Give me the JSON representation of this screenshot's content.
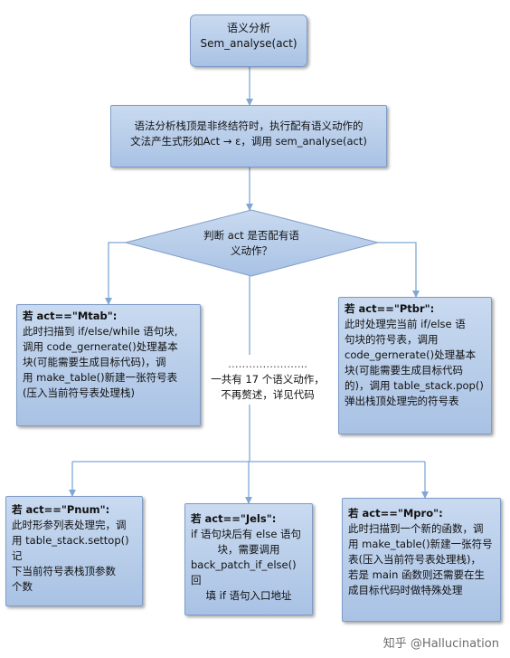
{
  "start": {
    "line1": "语义分析",
    "line2": "Sem_analyse(act)"
  },
  "process": {
    "line1": "语法分析栈顶是非终结符时，执行配有语义动作的",
    "line2": "文法产生式形如Act → ε，调用 sem_analyse(act)"
  },
  "decision": {
    "line1": "判断 act 是否配有语",
    "line2": "义动作？"
  },
  "mtab": {
    "title": "若 act==\"Mtab\":",
    "lines": [
      "此时扫描到 if/else/while 语句块,",
      "调用 code_gernerate()处理基本",
      "块(可能需要生成目标代码)，调",
      "用 make_table()新建一张符号表",
      "(压入当前符号表处理栈)"
    ]
  },
  "ptbr": {
    "title": "若 act==\"Ptbr\":",
    "lines": [
      "此时处理完当前 if/else 语",
      "句块的符号表，调用",
      "code_gernerate()处理基本",
      "块(可能需要生成目标代码",
      "的)，调用 table_stack.pop()",
      "弹出栈顶处理完的符号表"
    ]
  },
  "middle": {
    "dots": "…………………..",
    "lines": [
      "一共有 17 个语义动作，",
      "不再赘述，详见代码"
    ]
  },
  "pnum": {
    "title": "若 act==\"Pnum\":",
    "lines": [
      "此时形参列表处理完，调",
      "用 table_stack.settop()记",
      "下当前符号表栈顶参数",
      "个数"
    ]
  },
  "jels": {
    "title": "若 act==\"Jels\":",
    "lines": [
      "if 语句块后有 else 语句",
      "块，需要调用",
      "back_patch_if_else()回",
      "填 if 语句入口地址"
    ]
  },
  "mpro": {
    "title": "若 act==\"Mpro\":",
    "lines": [
      "此时扫描到一个新的函数，调",
      "用 make_table()新建一张符号",
      "表(压入当前符号表处理栈)，",
      "若是 main 函数则还需要在生",
      "成目标代码时做特殊处理"
    ]
  },
  "watermark": "知乎 @Hallucination",
  "colors": {
    "box_fill": "#b4cbe8",
    "box_border": "#7f9cc8",
    "connector": "#7fa7d4"
  }
}
